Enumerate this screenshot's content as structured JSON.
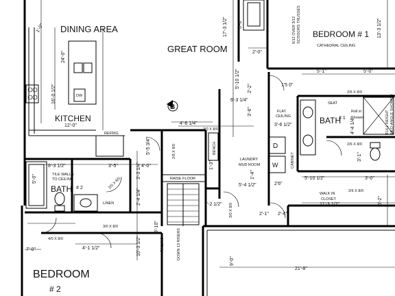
{
  "rooms": {
    "dining": "DINING AREA",
    "great_room": "GREAT ROOM",
    "bedroom1": "BEDROOM # 1",
    "bedroom1_ceiling": "CATHEDRAL CEILING",
    "kitchen": "KITCHEN",
    "bath1": "BATH",
    "bath1_num": "# 1",
    "laundry": "LAUNDRY",
    "mudroom": "MUD ROOM",
    "bath2": "BATH",
    "bath2_num": "# 2",
    "bedroom2": "BEDROOM",
    "bedroom2_num": "# 2",
    "walkin": "WALK IN",
    "closet": "CLOSET",
    "linen": "LINEN",
    "bench": "BENCH",
    "raise_floor": "RAISE FLOOR",
    "flat_ceiling1": "FLAT",
    "flat_ceiling2": "CEILING",
    "railing": "RAILING",
    "down_risers": "DOWN 13 RISERS",
    "section_mark": "B"
  },
  "notes": {
    "tile1": "TILE WALLS",
    "tile2": "TO CEILING",
    "scissor1": "6/12 OVER 3/12",
    "scissor2": "SCISSORS TRUSSES",
    "roll_in": "Roll in",
    "shower": "Shower",
    "seat": "SEAT",
    "refrig": "REFRIG",
    "dw": "DW",
    "cabinet": "CABINET",
    "washer": "W",
    "dryer": "D",
    "fullhght1": "FULL HEIGHT",
    "fullhght2": "NEO-ANGLE SHOWER"
  },
  "dims": {
    "d1": "1'-0\"",
    "d2": "24'-0\"",
    "d3": "16'-0 1/2\"",
    "d4": "12'-0\"",
    "d5": "17'-3 1/2\"",
    "d6": "6'-0\"",
    "d7": "2'-0\"",
    "d8": "5'-10 1/2\"",
    "d9": "2'-2\"",
    "d10": "13'-3 1/2\"",
    "d11": "5'-1\"",
    "d12": "5'-0\"",
    "d13": "1'5 0\"",
    "d14": "4'-6 1/4\"",
    "d15": "3/0 X 8/0",
    "d16": "6'-3 1/4\"",
    "d17": "3'-6\"",
    "d18": "3'-6 1/2\"",
    "d19": "8'-3 1/2\"",
    "d20": "3'-5\"",
    "d21": "4'-0\"",
    "d22": "5'-5 3/4\"",
    "d23": "1'-3\"",
    "d24": "5'-0\"",
    "d25": "3'-3 1/4\"",
    "d26": "2'-4 1/4\"",
    "d27": "5'-4 1/2\"",
    "d28": "1'-4\"",
    "d29": "2'-2 1/2\"",
    "d30": "2'-1\"",
    "d31": "7'-0\"",
    "d32": "4'-1 1/2\"",
    "d33": "8'-10\"",
    "d34": "10'-3 1/2\"",
    "d35": "9'-0\"",
    "d36": "21'-8\"",
    "d37": "11'-3 1/2\"",
    "d38": "6'-2\"",
    "d39": "5'-10 1/2\"",
    "d40": "3'-1\"",
    "d41": "3'-0\"",
    "d42": "2'-4\"",
    "d43": "2'6\"",
    "d44": "4'-4 1/4\"",
    "door_2680": "2/6 X 8/0",
    "door_2680b": "2/6 X 8/0",
    "door_2880": "2/8 X 8/0",
    "door_3080": "3/0 X 8/0",
    "door_4080": "4/0 X 8/0",
    "door_3080b": "3/0 X 8/0",
    "door_2080": "2/0 X 8/0",
    "door_2680c": "2/6 X 8/0"
  }
}
